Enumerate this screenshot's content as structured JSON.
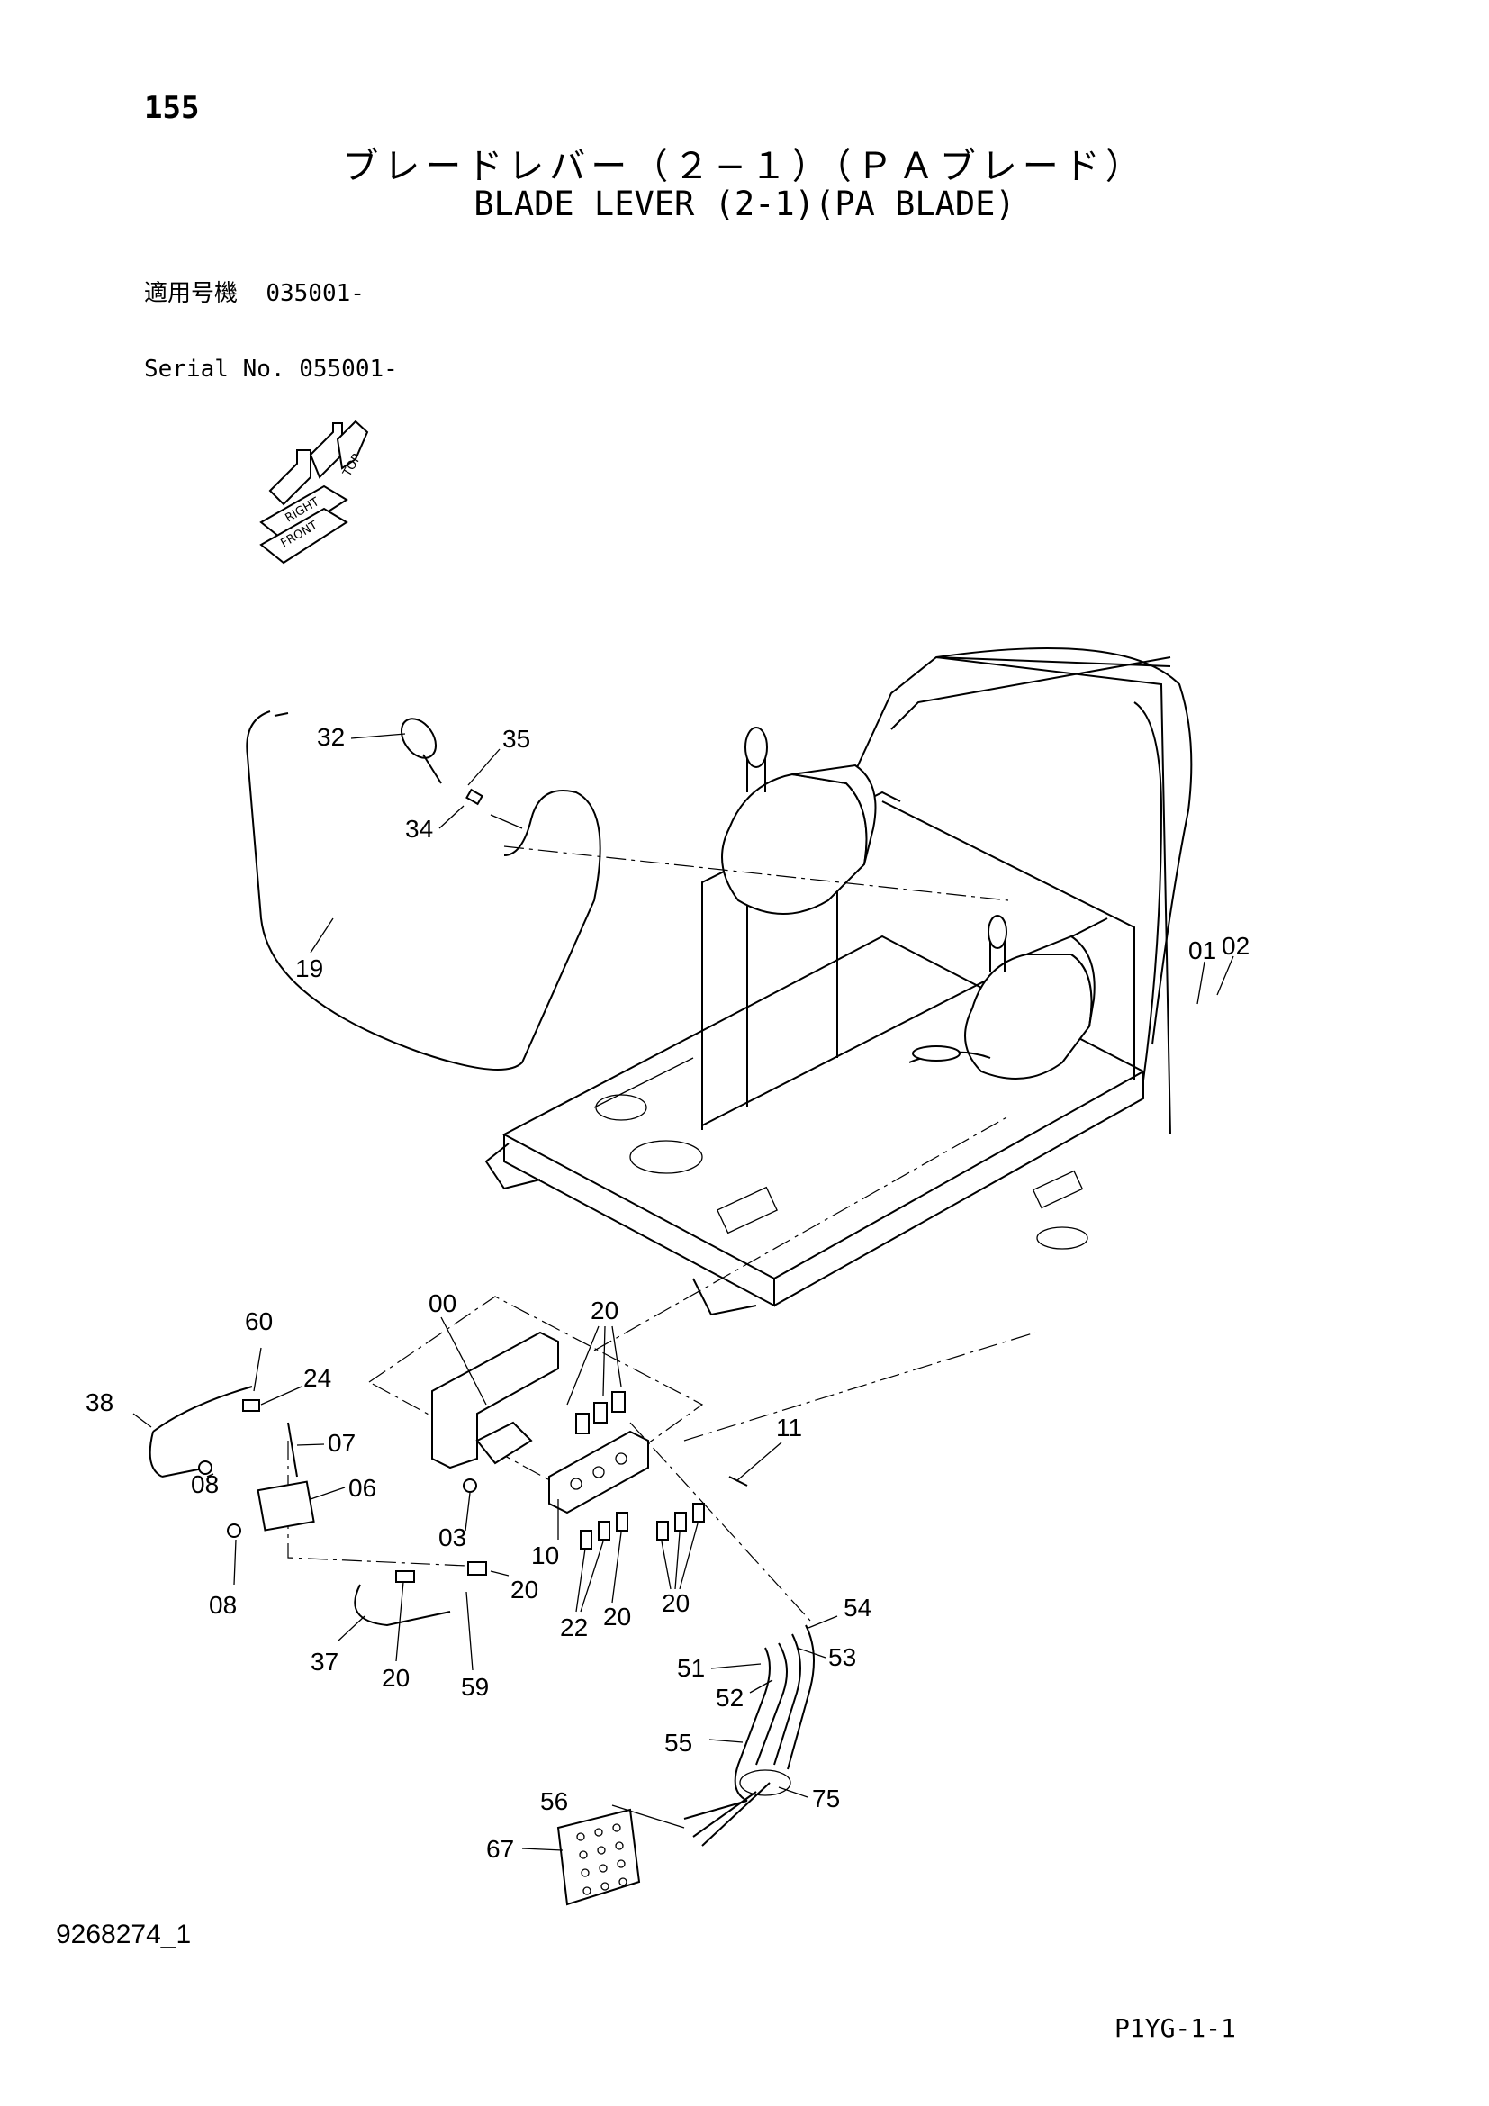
{
  "page_number": "155",
  "title_jp": "ブレードレバー（２−１）（ＰＡブレード）",
  "title_en": "BLADE LEVER (2-1)(PA BLADE)",
  "serial": {
    "line1_label": "適用号機",
    "line1_value": "035001-",
    "line2_label": "Serial No.",
    "line2_value": "055001-"
  },
  "orientation": {
    "top": "TOP",
    "right": "RIGHT",
    "front": "FRONT"
  },
  "callouts": [
    "32",
    "35",
    "34",
    "19",
    "01",
    "02",
    "60",
    "24",
    "38",
    "07",
    "08",
    "06",
    "08",
    "00",
    "20",
    "03",
    "10",
    "11",
    "20",
    "22",
    "20",
    "20",
    "37",
    "20",
    "59",
    "54",
    "51",
    "53",
    "52",
    "55",
    "75",
    "56",
    "67"
  ],
  "doc_id": "9268274_1",
  "page_code": "P1YG-1-1"
}
